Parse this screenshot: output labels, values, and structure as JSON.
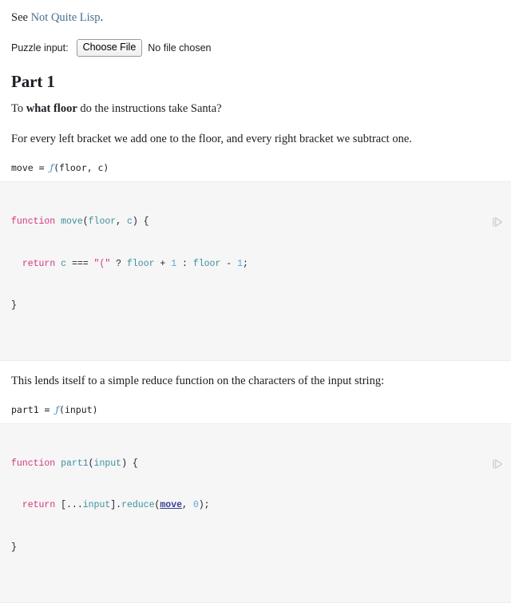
{
  "intro": {
    "prefix": "See ",
    "link_text": "Not Quite Lisp",
    "suffix": "."
  },
  "puzzle_input": {
    "label": "Puzzle input:",
    "button_label": "Choose File",
    "status_text": "No file chosen"
  },
  "part1": {
    "heading": "Part 1",
    "question_prefix": "To ",
    "question_bold": "what floor",
    "question_suffix": " do the instructions take Santa?",
    "explanation": "For every left bracket we add one to the floor, and every right bracket we subtract one."
  },
  "cells": [
    {
      "name": "move",
      "signature_prefix": "move = ",
      "signature_fn": "ƒ",
      "signature_args": "(floor, c)",
      "run_icon": "play-icon",
      "code_lines": [
        [
          {
            "t": "function ",
            "c": "kw"
          },
          {
            "t": "move",
            "c": "fn"
          },
          {
            "t": "(",
            "c": "pun"
          },
          {
            "t": "floor",
            "c": "var"
          },
          {
            "t": ", ",
            "c": "pun"
          },
          {
            "t": "c",
            "c": "var"
          },
          {
            "t": ") {",
            "c": "pun"
          }
        ],
        [
          {
            "t": "  ",
            "c": "pun"
          },
          {
            "t": "return ",
            "c": "kw"
          },
          {
            "t": "c ",
            "c": "var"
          },
          {
            "t": "=== ",
            "c": "pun"
          },
          {
            "t": "\"(\"",
            "c": "str"
          },
          {
            "t": " ? ",
            "c": "pun"
          },
          {
            "t": "floor",
            "c": "var"
          },
          {
            "t": " + ",
            "c": "pun"
          },
          {
            "t": "1",
            "c": "num"
          },
          {
            "t": " : ",
            "c": "pun"
          },
          {
            "t": "floor",
            "c": "var"
          },
          {
            "t": " - ",
            "c": "pun"
          },
          {
            "t": "1",
            "c": "num"
          },
          {
            "t": ";",
            "c": "pun"
          }
        ],
        [
          {
            "t": "}",
            "c": "pun"
          }
        ]
      ]
    },
    {
      "name": "part1",
      "signature_prefix": "part1 = ",
      "signature_fn": "ƒ",
      "signature_args": "(input)",
      "run_icon": "play-icon",
      "code_lines": [
        [
          {
            "t": "function ",
            "c": "kw"
          },
          {
            "t": "part1",
            "c": "fn"
          },
          {
            "t": "(",
            "c": "pun"
          },
          {
            "t": "input",
            "c": "var"
          },
          {
            "t": ") {",
            "c": "pun"
          }
        ],
        [
          {
            "t": "  ",
            "c": "pun"
          },
          {
            "t": "return ",
            "c": "kw"
          },
          {
            "t": "[...",
            "c": "pun"
          },
          {
            "t": "input",
            "c": "var"
          },
          {
            "t": "].",
            "c": "pun"
          },
          {
            "t": "reduce",
            "c": "prop"
          },
          {
            "t": "(",
            "c": "pun"
          },
          {
            "t": "move",
            "c": "ref"
          },
          {
            "t": ", ",
            "c": "pun"
          },
          {
            "t": "0",
            "c": "num"
          },
          {
            "t": ");",
            "c": "pun"
          }
        ],
        [
          {
            "t": "}",
            "c": "pun"
          }
        ]
      ]
    }
  ],
  "transition_text": "This lends itself to a simple reduce function on the characters of the input string:",
  "colors": {
    "link": "#4a6f8a",
    "keyword": "#d6337d",
    "identifier": "#3e8f9e",
    "number": "#5aa7d6",
    "string": "#d6337d",
    "reference": "#3b3f8f",
    "code_background": "#f6f6f6",
    "text": "#1b1e23"
  }
}
